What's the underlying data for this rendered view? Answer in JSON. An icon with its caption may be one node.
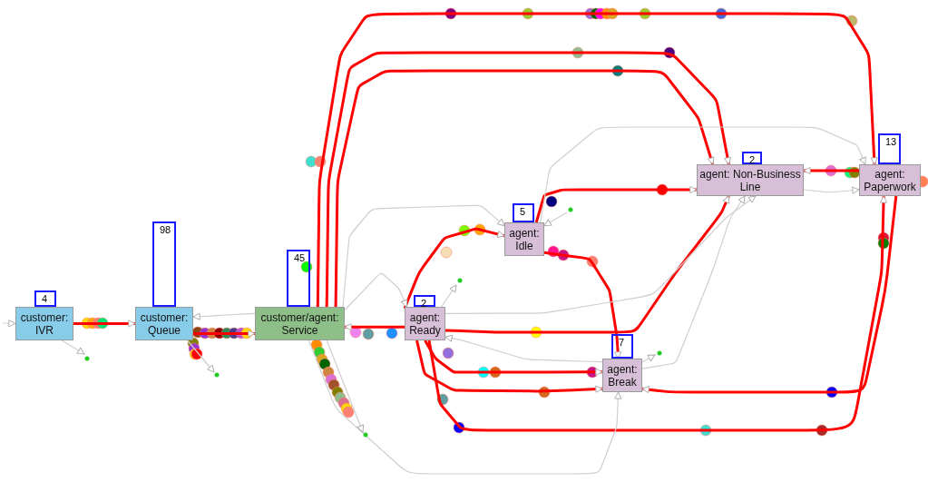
{
  "diagram": {
    "nodes": [
      {
        "text": [
          "customer: IVR"
        ]
      },
      {
        "text": [
          "customer: Queue"
        ]
      },
      {
        "text": [
          "customer/agent: Service"
        ]
      },
      {
        "text": [
          "agent: Ready"
        ]
      },
      {
        "text": [
          "agent: Idle"
        ]
      },
      {
        "text": [
          "agent: Break"
        ]
      },
      {
        "text": [
          "agent: Non-Business Line"
        ]
      },
      {
        "text": [
          "agent: Paperwork"
        ]
      }
    ],
    "labels": [
      "13",
      "2",
      "5",
      "98",
      "45",
      "4",
      "2",
      "7"
    ],
    "edges": [
      {
        "from": 0,
        "to": 1,
        "arrow": "to",
        "style": "thick",
        "color": "#ff0000"
      },
      {
        "from": 1,
        "to": 2,
        "arrow": "to",
        "style": "thick",
        "color": "#ff0000"
      },
      {
        "from": 2,
        "to": 1,
        "arrow": "to"
      },
      {
        "from": 3,
        "to": 2,
        "arrow": "to",
        "style": "thick",
        "color": "#ff0000"
      },
      {
        "from": 3,
        "to": 4,
        "arrow": "to",
        "style": "thick",
        "color": "#ff0000"
      },
      {
        "from": 3,
        "to": 5,
        "arrow": "to",
        "style": "thick",
        "color": "#ff0000"
      },
      {
        "from": 3,
        "to": 5,
        "arrow": "to",
        "style": "thick",
        "color": "#ff0000"
      },
      {
        "from": 3,
        "to": 6,
        "arrow": "to",
        "style": "thick",
        "color": "#ff0000"
      },
      {
        "from": 3,
        "to": 7,
        "arrow": "to",
        "style": "thick",
        "color": "#ff0000"
      },
      {
        "from": 4,
        "to": 6,
        "arrow": "to",
        "style": "thick",
        "color": "#ff0000"
      },
      {
        "from": 4,
        "to": 5,
        "arrow": "to",
        "style": "thick",
        "color": "#ff0000"
      },
      {
        "from": 2,
        "to": 7,
        "arrow": "to",
        "style": "thick",
        "color": "#ff0000"
      },
      {
        "from": 2,
        "to": 6,
        "arrow": "to",
        "style": "thick",
        "color": "#ff0000"
      },
      {
        "from": 2,
        "to": 6,
        "arrow": "to",
        "style": "thick",
        "color": "#ff0000"
      },
      {
        "from": 7,
        "to": 5,
        "arrow": "to",
        "style": "thick",
        "color": "#ff0000"
      },
      {
        "from": 6,
        "to": 7,
        "arrow": "to"
      },
      {
        "from": 7,
        "to": 6,
        "arrow": "to",
        "style": "thick",
        "color": "#ff0000"
      },
      {
        "from": 2,
        "to": 4,
        "arrow": "to"
      },
      {
        "from": 2,
        "to": 3,
        "arrow": "to"
      },
      {
        "from": 5,
        "to": 6,
        "arrow": "to"
      },
      {
        "from": 3,
        "to": 6,
        "arrow": "to"
      },
      {
        "from": 4,
        "to": 7,
        "arrow": "to"
      },
      {
        "from": 2,
        "to": 5,
        "arrow": "to"
      },
      {
        "from": 5,
        "to": 3,
        "arrow": "to"
      },
      {
        "from": 0,
        "to": null,
        "arrow": "to"
      },
      {
        "from": 1,
        "to": null,
        "arrow": "to"
      },
      {
        "from": 2,
        "to": null,
        "arrow": "to"
      },
      {
        "from": 3,
        "to": null,
        "arrow": "to"
      },
      {
        "from": null,
        "to": 4,
        "arrow": "to"
      },
      {
        "from": 5,
        "to": null,
        "arrow": "to"
      },
      {
        "from": null,
        "to": 0,
        "arrow": "to"
      }
    ]
  }
}
